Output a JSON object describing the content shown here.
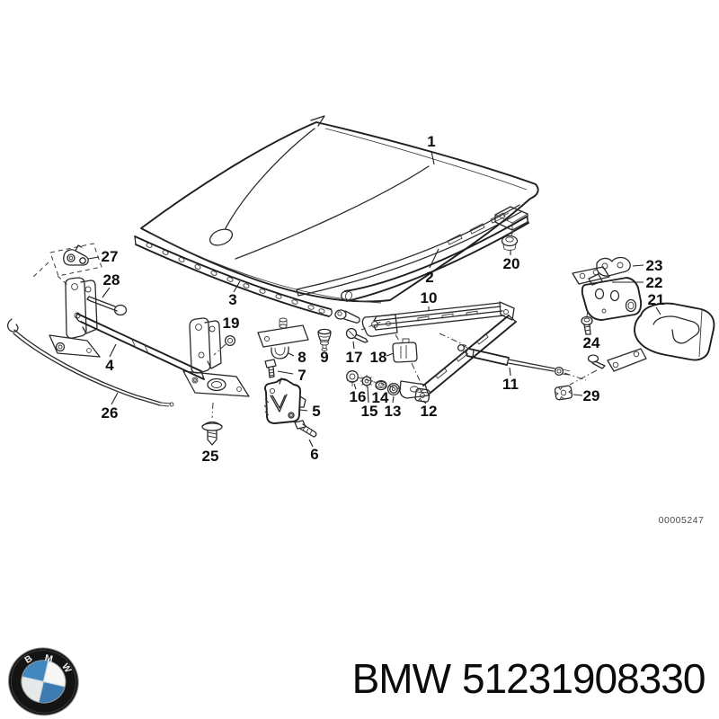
{
  "colors": {
    "background": "#ffffff",
    "line": "#2a2a2a",
    "text": "#0b0b0b",
    "watermark_gray": "#4a4a4a",
    "logo_blue": "#4187bf",
    "logo_black": "#141414",
    "logo_white": "#f5f5f5"
  },
  "diagram": {
    "watermark": "00005247",
    "callouts": [
      {
        "label": "1"
      },
      {
        "label": "2"
      },
      {
        "label": "3"
      },
      {
        "label": "4"
      },
      {
        "label": "5"
      },
      {
        "label": "6"
      },
      {
        "label": "7"
      },
      {
        "label": "8"
      },
      {
        "label": "9"
      },
      {
        "label": "10"
      },
      {
        "label": "11"
      },
      {
        "label": "12"
      },
      {
        "label": "13"
      },
      {
        "label": "14"
      },
      {
        "label": "15"
      },
      {
        "label": "16"
      },
      {
        "label": "17"
      },
      {
        "label": "18"
      },
      {
        "label": "19"
      },
      {
        "label": "20"
      },
      {
        "label": "21"
      },
      {
        "label": "22"
      },
      {
        "label": "23"
      },
      {
        "label": "24"
      },
      {
        "label": "25"
      },
      {
        "label": "26"
      },
      {
        "label": "27"
      },
      {
        "label": "28"
      },
      {
        "label": "29"
      }
    ]
  },
  "footer": {
    "brand": "BMW",
    "part_number": "51231908330",
    "logo_letters": [
      "B",
      "M",
      "W"
    ]
  }
}
